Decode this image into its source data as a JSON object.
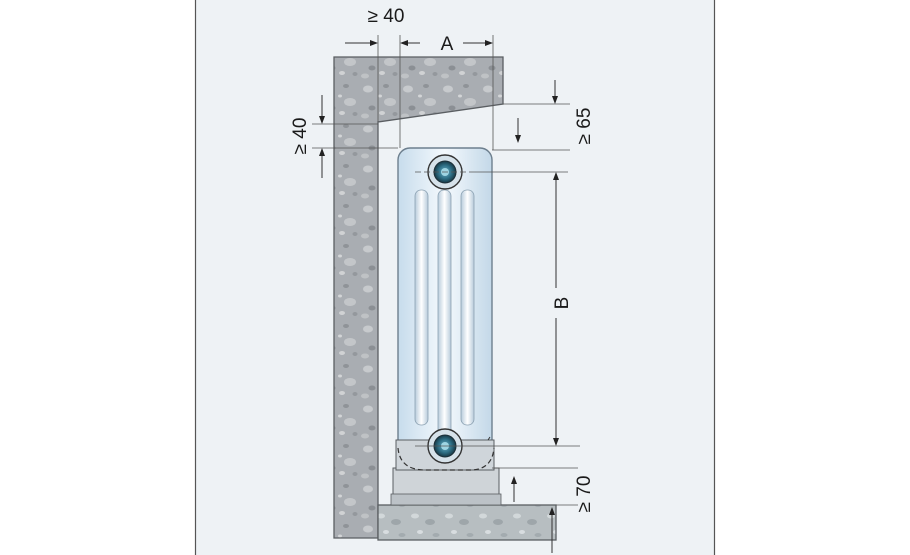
{
  "dimensions": {
    "wall_gap_label": "≥ 40",
    "depth_label": "A",
    "top_gap_label": "≥ 40",
    "shelf_gap_label": "≥ 65",
    "axis_distance_label": "B",
    "floor_gap_label": "≥ 70"
  },
  "colors": {
    "background": "#ffffff",
    "panel_background": "#eef2f5",
    "concrete": "#a9adb2",
    "concrete_dark": "#8d9196",
    "radiator": "#d8e7f3",
    "radiator_edge": "#6d7f8e",
    "floor": "#b9c0c3",
    "connector": "#2f4f5f",
    "dimension": "#222222"
  },
  "icons": {
    "radiator": "radiator-icon",
    "pipe_connector": "pipe-connector-icon"
  }
}
